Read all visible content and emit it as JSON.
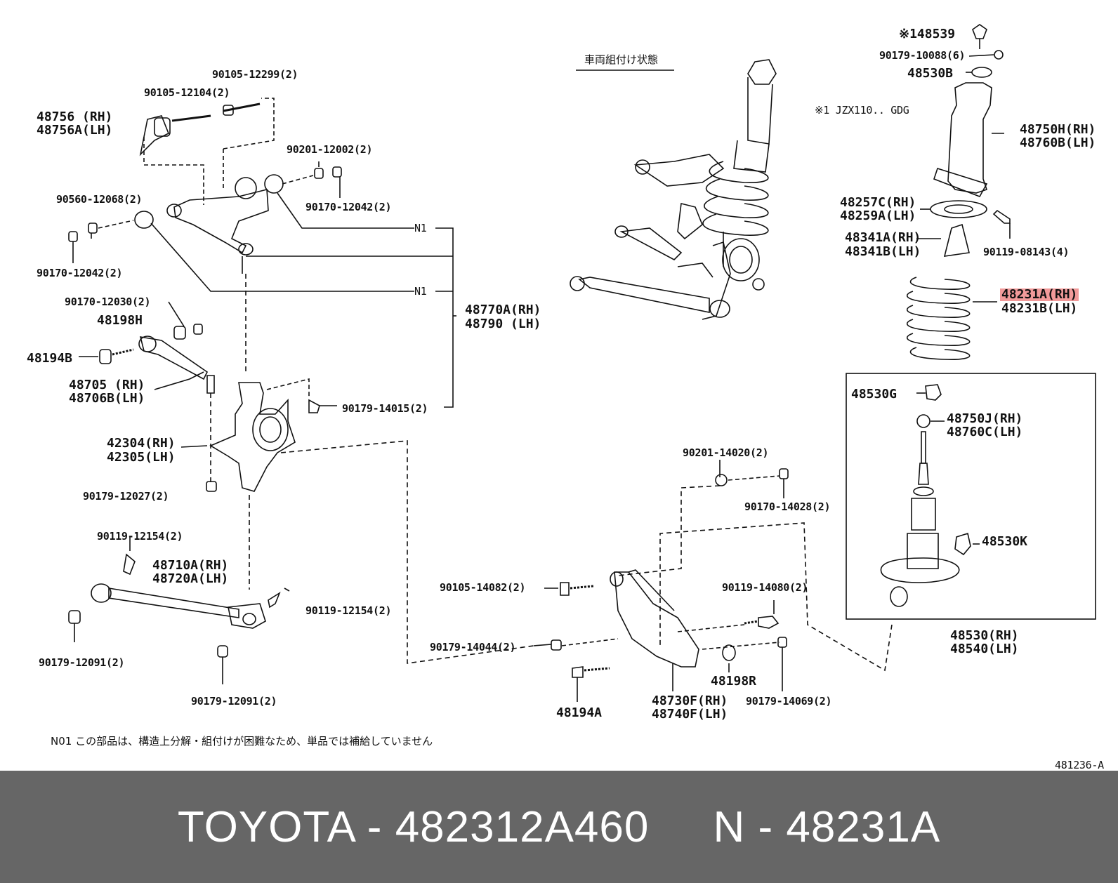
{
  "diagram": {
    "header_jp": "車両組付け状態",
    "model_note": "※1 JZX110.. GDG",
    "note_jp": "N01 この部品は、構造上分解・組付けが困難なため、単品では補給していません",
    "figure_code": "481236-A",
    "n1": "N1",
    "labels": {
      "l48756": "48756  (RH)",
      "l48756A": "48756A(LH)",
      "l90105_12104": "90105-12104(2)",
      "l90105_12299": "90105-12299(2)",
      "l90201_12002": "90201-12002(2)",
      "l90170_12042b": "90170-12042(2)",
      "l90560_12068": "90560-12068(2)",
      "l90170_12042a": "90170-12042(2)",
      "l48770A": "48770A(RH)",
      "l48790": "48790   (LH)",
      "l90170_12030": "90170-12030(2)",
      "l48198H": "48198H",
      "l48194B": "48194B",
      "l48705": "48705  (RH)",
      "l48706B": "48706B(LH)",
      "l90179_14015": "90179-14015(2)",
      "l42304": "42304(RH)",
      "l42305": "42305(LH)",
      "l90179_12027": "90179-12027(2)",
      "l90119_12154a": "90119-12154(2)",
      "l48710A": "48710A(RH)",
      "l48720A": "48720A(LH)",
      "l90119_12154b": "90119-12154(2)",
      "l90179_12091a": "90179-12091(2)",
      "l90179_12091b": "90179-12091(2)",
      "l48539": "※148539",
      "l90179_10088": "90179-10088(6)",
      "l48530B": "48530B",
      "l48750H": "48750H(RH)",
      "l48760B": "48760B(LH)",
      "l48257C": "48257C(RH)",
      "l48259A": "48259A(LH)",
      "l90119_08143": "90119-08143(4)",
      "l48341A": "48341A(RH)",
      "l48341B": "48341B(LH)",
      "l48231A": "48231A(RH)",
      "l48231B": "48231B(LH)",
      "l48530G": "48530G",
      "l48750J": "48750J(RH)",
      "l48760C": "48760C(LH)",
      "l48530K": "48530K",
      "l48530": "48530(RH)",
      "l48540": "48540(LH)",
      "l90201_14020": "90201-14020(2)",
      "l90170_14028": "90170-14028(2)",
      "l90105_14082": "90105-14082(2)",
      "l90119_14080": "90119-14080(2)",
      "l90179_14044": "90179-14044(2)",
      "l48198R": "48198R",
      "l90179_14069": "90179-14069(2)",
      "l48194A": "48194A",
      "l48730F": "48730F(RH)",
      "l48740F": "48740F(LH)"
    }
  },
  "footer": {
    "brand": "TOYOTA",
    "sep1": " - ",
    "part_number": "482312A460",
    "gap": "     ",
    "ref_prefix": "N",
    "sep2": " - ",
    "ref_number": "48231A"
  },
  "colors": {
    "highlight": "#f29a9a",
    "footer_bg": "#666666",
    "footer_text": "#ffffff",
    "ink": "#111111"
  }
}
